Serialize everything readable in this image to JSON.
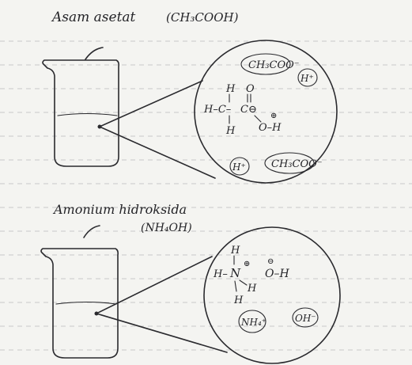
{
  "top": {
    "title": "Asam asetat",
    "formula": "(CH₃COOH)",
    "circle": {
      "acetate_top": "CH₃COO⁻",
      "h_ion_top": "H⁺",
      "h_ion_bottom": "H⁺",
      "acetate_bottom": "CH₃COO⁻",
      "molecule": {
        "h_top": "H",
        "o_top": "O",
        "left_chain": "H–C–",
        "c_charge": "C⊖",
        "h_bottom": "H",
        "oh": "O–H",
        "h_plus_mark": "⊕"
      }
    }
  },
  "bottom": {
    "title": "Amonium hidroksida",
    "formula": "(NH₄OH)",
    "circle": {
      "ammonium": "NH₄⁺",
      "hydroxide": "OH⁻",
      "molecule": {
        "h_top": "H",
        "left": "H–",
        "n": "N",
        "n_charge": "⊕",
        "h_right": "H",
        "h_bottom": "H",
        "o_charge": "⊖",
        "oh": "O–H"
      }
    }
  }
}
